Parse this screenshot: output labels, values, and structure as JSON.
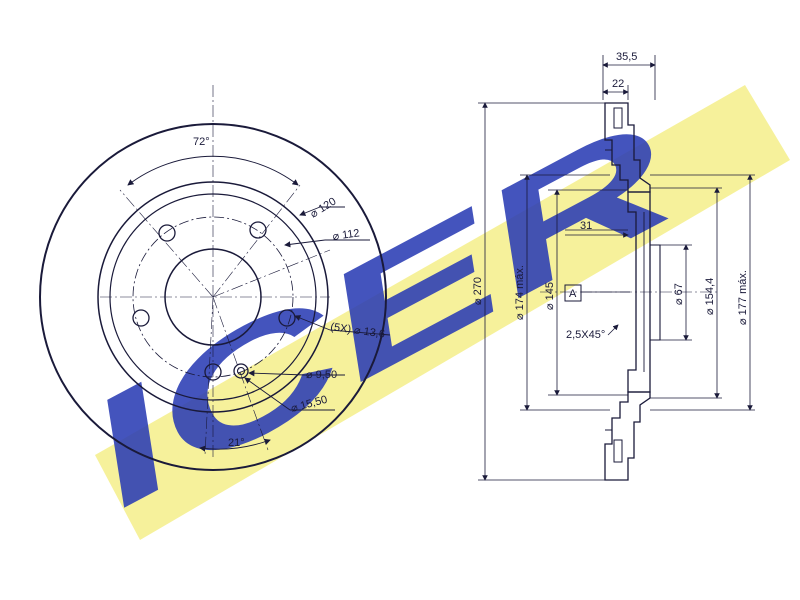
{
  "watermark": {
    "brand_text": "ICER",
    "letter_color": "#2b3db5",
    "band_color": "#f5ee8a"
  },
  "drawing": {
    "line_color": "#1a1a3a",
    "front_view": {
      "angle_bolt_spacing": "72°",
      "angle_offset": "21°",
      "pcd_120": "⌀ 120",
      "pcd_112": "⌀ 112",
      "bolt_holes": "(5X) ⌀ 13,6",
      "hole_9_5": "⌀ 9,50",
      "hole_15_5": "⌀ 15,50"
    },
    "section_view": {
      "overall_width": "35,5",
      "disc_thickness": "22",
      "hat_depth": "31",
      "chamfer": "2,5X45°",
      "datum": "A",
      "diameter_outer": "⌀ 270",
      "diameter_174": "⌀ 174 máx.",
      "diameter_145": "⌀ 145",
      "diameter_67": "⌀ 67",
      "diameter_154": "⌀ 154,4",
      "diameter_177": "⌀ 177 máx."
    }
  }
}
